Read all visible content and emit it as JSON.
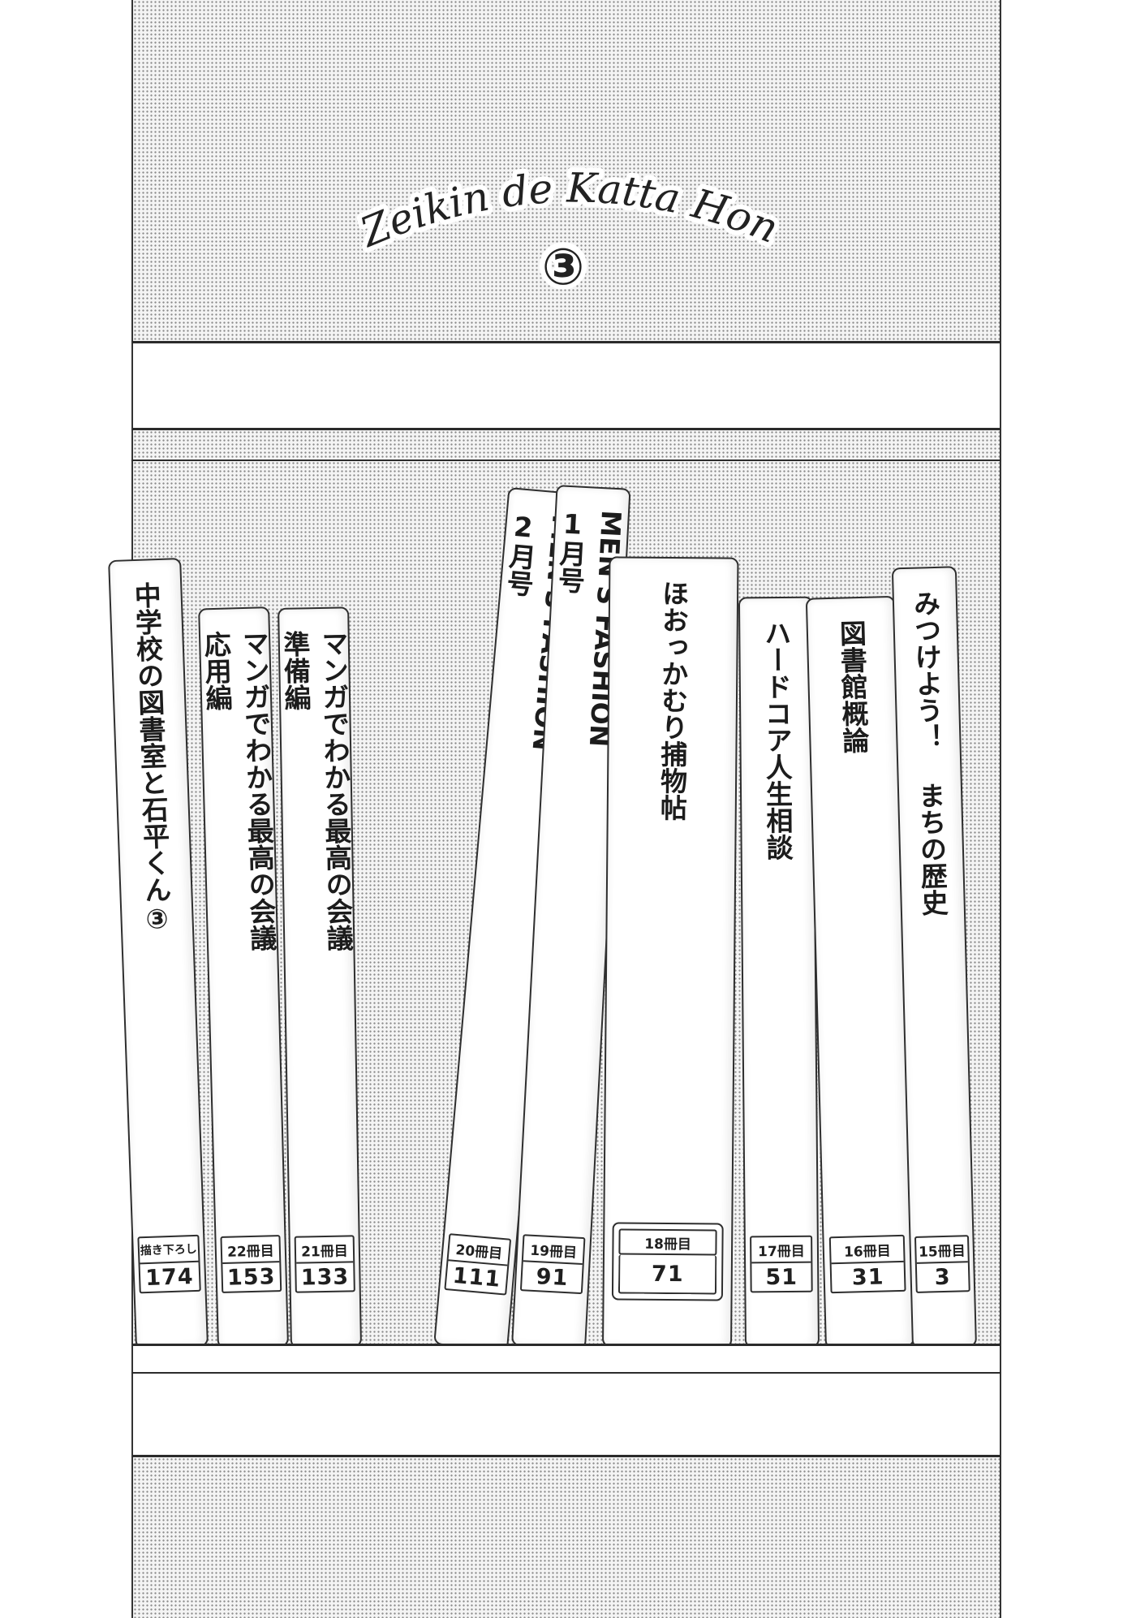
{
  "header": {
    "title": "Zeikin de Katta Hon",
    "volume_mark": "③"
  },
  "books": [
    {
      "title_cols": [
        "中学校の図書室と石平くん③"
      ],
      "count_label": "描き下ろし",
      "page": "174"
    },
    {
      "title_cols": [
        "マンガでわかる最高の会議",
        "応用編"
      ],
      "count_label": "22冊目",
      "page": "153"
    },
    {
      "title_cols": [
        "マンガでわかる最高の会議",
        "準備編"
      ],
      "count_label": "21冊目",
      "page": "133"
    },
    {
      "title_cols": [
        "MEN'S FASHION",
        "2月号"
      ],
      "count_label": "20冊目",
      "page": "111"
    },
    {
      "title_cols": [
        "MEN'S FASHION",
        "1月号"
      ],
      "count_label": "19冊目",
      "page": "91"
    },
    {
      "title_cols": [
        "ほおっかむり捕物帖"
      ],
      "count_label": "18冊目",
      "page": "71"
    },
    {
      "title_cols": [
        "ハードコア人生相談"
      ],
      "count_label": "17冊目",
      "page": "51"
    },
    {
      "title_cols": [
        "図書館概論"
      ],
      "count_label": "16冊目",
      "page": "31"
    },
    {
      "title_cols": [
        "みつけよう！ まちの歴史"
      ],
      "count_label": "15冊目",
      "page": "3"
    }
  ],
  "colors": {
    "ink": "#1c1c1c",
    "screentone": "#8a8a8a",
    "paper": "#ffffff"
  }
}
